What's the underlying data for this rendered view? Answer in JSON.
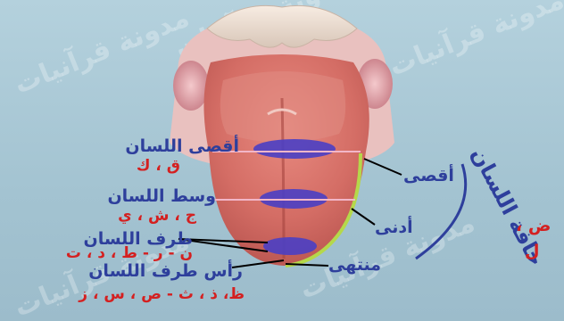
{
  "watermark": "مدونة قرآنيات",
  "labels": {
    "back": "أقصى اللسان",
    "back_letters": "ق ، ك",
    "middle": "وسط اللسان",
    "middle_letters": "ج ، ش ، ي",
    "edge": "طرف اللسان",
    "edge_letters": "ن - ر - ط ، د ، ت",
    "tip": "رأس طرف اللسان",
    "tip_letters": "ظ، ذ ، ث - ص ، س ، ز",
    "side_far": "أقصى",
    "side_near": "أدنى",
    "side_end": "منتهى",
    "side_title": "حافة اللسان",
    "side_letters_1": "ض ،",
    "side_letters_2": "ل"
  },
  "colors": {
    "tongue": "#d9776e",
    "zone": "#4a3fc4",
    "blue_text": "#2e3f9c",
    "red_text": "#d42020",
    "side_line": "#b5d84a"
  }
}
